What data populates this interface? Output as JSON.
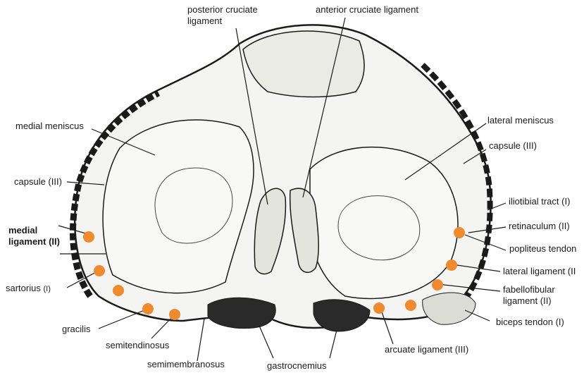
{
  "labels": {
    "posterior_cruciate_1": "posterior cruciate",
    "posterior_cruciate_2": "ligament",
    "anterior_cruciate": "anterior cruciate ligament",
    "medial_meniscus": "medial meniscus",
    "lateral_meniscus": "lateral meniscus",
    "capsule_lateral": "capsule (III)",
    "capsule_medial": "capsule (III)",
    "iliotibial_tract": "iliotibial tract (I)",
    "retinaculum": "retinaculum (II)",
    "popliteus_tendon": "popliteus tendon",
    "medial_ligament_1": "medial",
    "medial_ligament_2": "ligament (II)",
    "lateral_ligament": "lateral ligament (II",
    "sartorius": "sartorius",
    "sartorius_grade": "(I)",
    "fabellofibular_1": "fabellofibular",
    "fabellofibular_2": "ligament (II)",
    "gracilis": "gracilis",
    "biceps_tendon": "biceps tendon (I)",
    "semitendinosus": "semitendinosus",
    "arcuate_ligament": "arcuate ligament (III)",
    "semimembranosus": "semimembranosus",
    "gastrocnemius": "gastrocnemius"
  },
  "colors": {
    "marker": "#f08a2e",
    "line": "#1a1a1a",
    "bone_fill": "#f4f4f2"
  }
}
